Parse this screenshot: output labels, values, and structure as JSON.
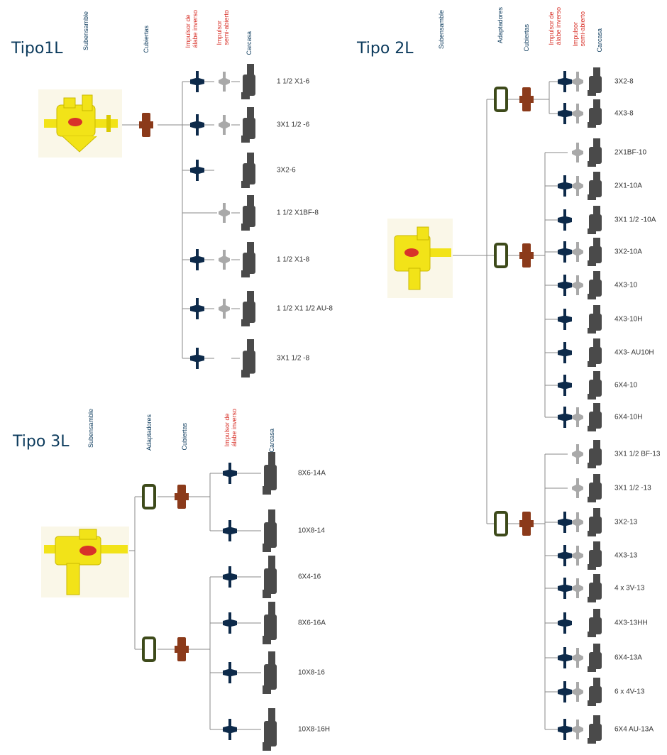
{
  "tipo1l": {
    "title": "Tipo1L",
    "headers": {
      "subsamble": "Subensamble",
      "covers": "Cubiertas",
      "impeller_inverse": "Impulsor de\nálabe inverso",
      "impeller_semi": "Impulsor\nsemi-abierto",
      "casing": "Carcasa"
    },
    "models": [
      "1 1/2 X1-6",
      "3X1 1/2 -6",
      "3X2-6",
      "1 1/2 X1BF-8",
      "1 1/2 X1-8",
      "1 1/2 X1 1/2 AU-8",
      "3X1 1/2 -8"
    ]
  },
  "tipo2l": {
    "title": "Tipo 2L",
    "headers": {
      "subsamble": "Subensamble",
      "adapters": "Adaptadores",
      "covers": "Cubiertas",
      "impeller_inverse": "Impulsor de\nálabe inverso",
      "impeller_semi": "Impulsor\nsemi-abierto",
      "casing": "Carcasa"
    },
    "models": [
      "3X2-8",
      "4X3-8",
      "2X1BF-10",
      "2X1-10A",
      "3X1 1/2 -10A",
      "3X2-10A",
      "4X3-10",
      "4X3-10H",
      "4X3- AU10H",
      "6X4-10",
      "6X4-10H",
      "3X1 1/2 BF-13",
      "3X1 1/2 -13",
      "3X2-13",
      "4X3-13",
      "4 x 3V-13",
      "4X3-13HH",
      "6X4-13A",
      "6 x 4V-13",
      "6X4 AU-13A"
    ]
  },
  "tipo3l": {
    "title": "Tipo 3L",
    "headers": {
      "subsamble": "Subensamble",
      "adapters": "Adaptadores",
      "covers": "Cubiertas",
      "impeller_inverse": "Impulsor de\nálabe inverso",
      "casing": "Carcasa"
    },
    "models": [
      "8X6-14A",
      "10X8-14",
      "6X4-16",
      "8X6-16A",
      "10X8-16",
      "10X8-16H"
    ]
  },
  "colors": {
    "title": "#0b3a5c",
    "accent_red": "#d8322a",
    "impeller_inverse": "#0d2a4a",
    "impeller_semi": "#a9a9a9",
    "casing": "#4a4a4a",
    "cover": "#8b3a1a",
    "adapter": "#3d4a1a",
    "subassembly": "#f2e318"
  }
}
